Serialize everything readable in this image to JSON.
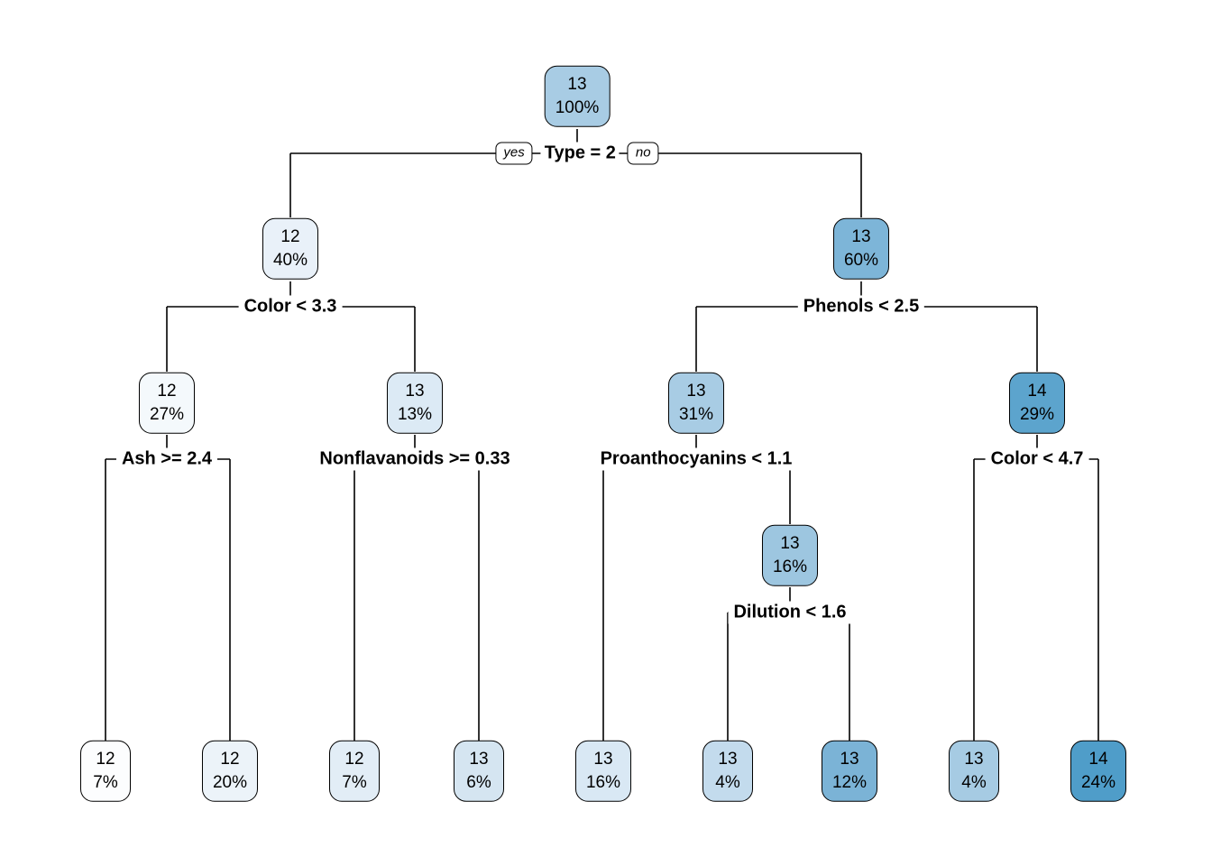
{
  "diagram": {
    "kind": "decision-tree",
    "root_branch_labels": {
      "yes": "yes",
      "no": "no"
    },
    "splits": {
      "type": "Type = 2",
      "color33": "Color < 3.3",
      "phenols": "Phenols < 2.5",
      "ash": "Ash >= 2.4",
      "nonflav": "Nonflavanoids >= 0.33",
      "proanth": "Proanthocyanins < 1.1",
      "color47": "Color < 4.7",
      "dilution": "Dilution < 1.6"
    },
    "nodes": {
      "root": {
        "value": "13",
        "pct": "100%",
        "fill": "#a8cce4"
      },
      "yes40": {
        "value": "12",
        "pct": "40%",
        "fill": "#e9f1f9"
      },
      "no60": {
        "value": "13",
        "pct": "60%",
        "fill": "#7db5d8"
      },
      "n27": {
        "value": "12",
        "pct": "27%",
        "fill": "#f4f9fc"
      },
      "n13": {
        "value": "13",
        "pct": "13%",
        "fill": "#dceaf5"
      },
      "n31": {
        "value": "13",
        "pct": "31%",
        "fill": "#a8cce4"
      },
      "n29": {
        "value": "14",
        "pct": "29%",
        "fill": "#5ca4cd"
      },
      "n16": {
        "value": "13",
        "pct": "16%",
        "fill": "#9dc6e0"
      },
      "leaf1": {
        "value": "12",
        "pct": "7%",
        "fill": "#fcfdfe"
      },
      "leaf2": {
        "value": "12",
        "pct": "20%",
        "fill": "#ecf3f9"
      },
      "leaf3": {
        "value": "12",
        "pct": "7%",
        "fill": "#e2edf6"
      },
      "leaf4": {
        "value": "13",
        "pct": "6%",
        "fill": "#d5e5f1"
      },
      "leaf5": {
        "value": "13",
        "pct": "16%",
        "fill": "#d9e8f4"
      },
      "leaf6": {
        "value": "13",
        "pct": "4%",
        "fill": "#c3dbed"
      },
      "leaf7": {
        "value": "13",
        "pct": "12%",
        "fill": "#7bb3d6"
      },
      "leaf8": {
        "value": "13",
        "pct": "4%",
        "fill": "#a6cbe3"
      },
      "leaf9": {
        "value": "14",
        "pct": "24%",
        "fill": "#4f9dc9"
      }
    },
    "edge_color": "#000000"
  }
}
